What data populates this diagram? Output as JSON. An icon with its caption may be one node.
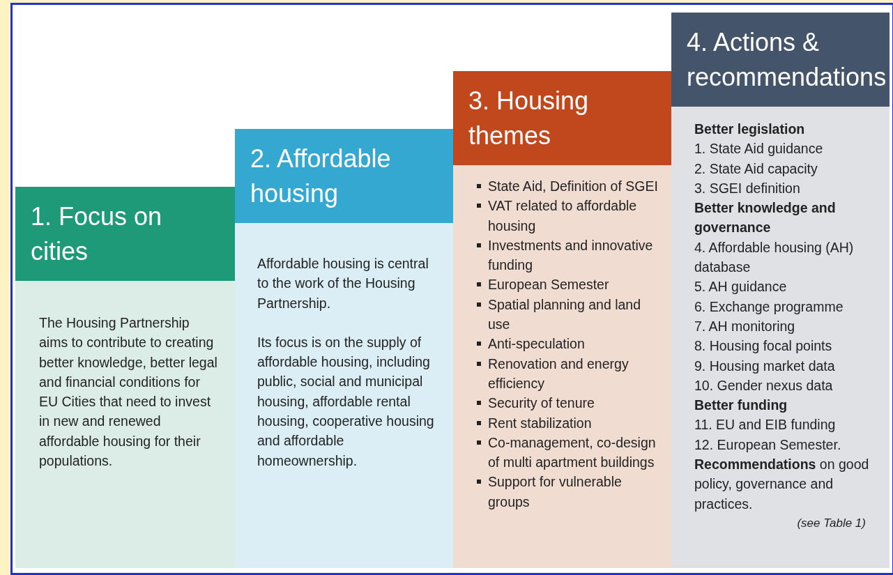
{
  "diagram": {
    "nodes": [
      {
        "text": [
          "1. Focus on cities"
        ]
      },
      {
        "text": [
          "The Housing Partnership aims to contribute to creating better knowledge, better legal and financial conditions for EU Cities that need to invest in new and renewed affordable housing for their populations."
        ]
      },
      {
        "text": [
          "2. Affordable housing"
        ]
      },
      {
        "text": [
          "Affordable housing is central to the work of the Housing Partnership.",
          "Its focus is on the supply of affordable housing, including public, social and municipal housing, affordable rental housing, cooperative housing and affordable homeownership."
        ]
      },
      {
        "text": [
          "3. Housing themes"
        ]
      },
      {
        "text": [
          "State Aid, Definition of SGEI",
          "VAT related to affordable housing",
          "Investments and innovative funding",
          "European Semester",
          "Spatial planning and land use",
          "Anti-speculation",
          "Renovation and energy efficiency",
          "Security of tenure",
          "Rent stabilization",
          "Co-management, co-design of multi apartment buildings",
          "Support for vulnerable groups"
        ]
      },
      {
        "text": [
          "4. Actions & recommendations"
        ]
      },
      {
        "text": [
          "**Better legislation**",
          "1. State Aid guidance",
          "2. State Aid capacity",
          "3. SGEI definition",
          "**Better knowledge and governance**",
          "4. Affordable housing (AH) database",
          "5. AH guidance",
          "6. Exchange programme",
          "7. AH monitoring",
          "8. Housing focal points",
          "9. Housing market data",
          "10. Gender nexus data",
          "**Better funding**",
          "11. EU and EIB funding",
          "12. European Semester.",
          "**Recommendations** on good policy, governance and practices.",
          "(see Table 1)"
        ]
      }
    ]
  }
}
